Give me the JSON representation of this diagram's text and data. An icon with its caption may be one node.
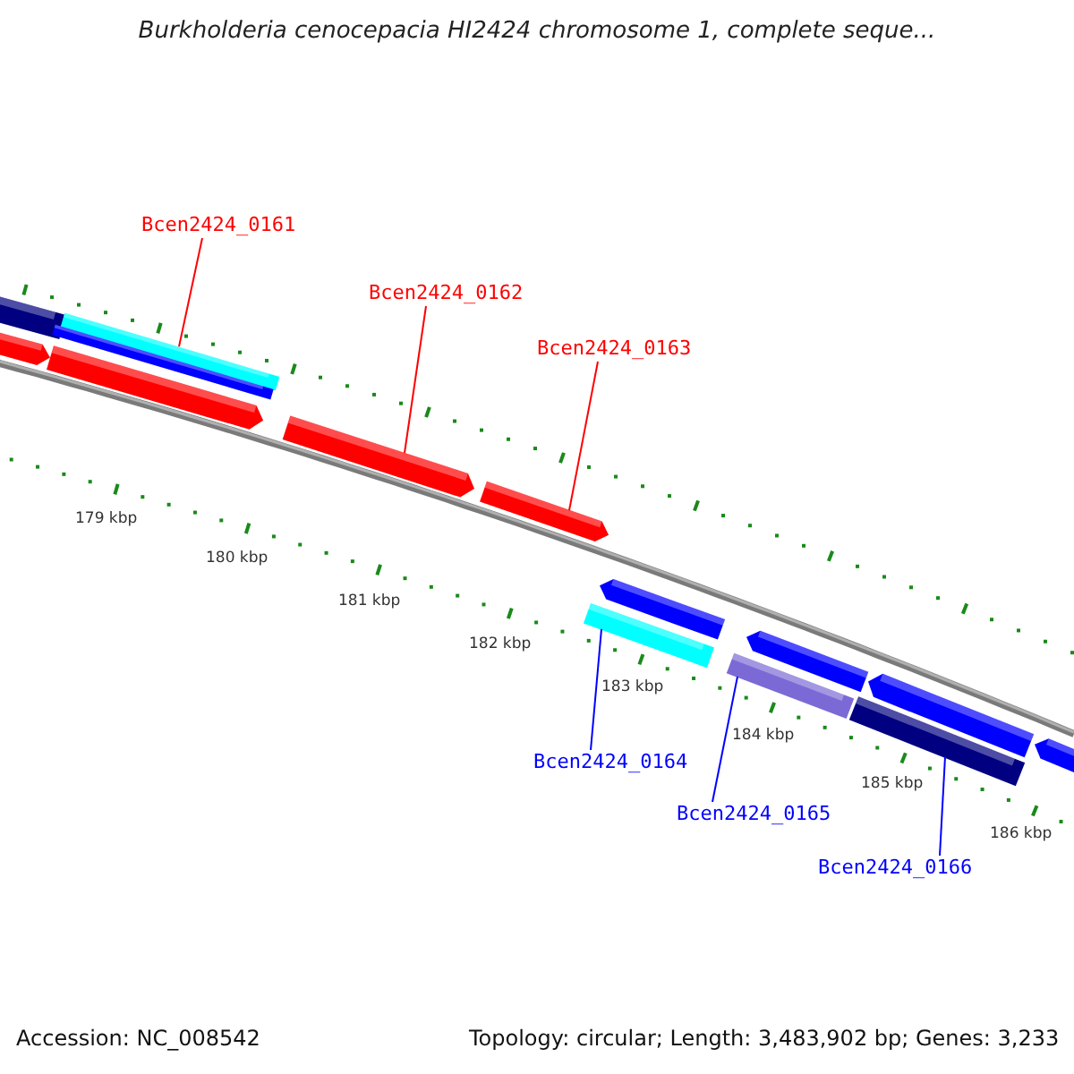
{
  "diagram": {
    "title": "Burkholderia cenocepacia HI2424 chromosome 1, complete seque...",
    "nodes": [
      {
        "text": [
          "Bcen2424_0161"
        ]
      },
      {
        "text": [
          "Bcen2424_0162"
        ]
      },
      {
        "text": [
          "Bcen2424_0163"
        ]
      },
      {
        "text": [
          "Bcen2424_0164"
        ]
      },
      {
        "text": [
          "Bcen2424_0165"
        ]
      },
      {
        "text": [
          "Bcen2424_0166"
        ]
      },
      {
        "text": [],
        "shape": "bar"
      },
      {
        "text": [],
        "shape": "arrow"
      },
      {
        "text": [],
        "shape": "bar"
      },
      {
        "text": [],
        "shape": "bar"
      },
      {
        "text": [],
        "shape": "arrow"
      },
      {
        "text": [],
        "shape": "arrow"
      },
      {
        "text": [],
        "shape": "arrow"
      },
      {
        "text": [],
        "shape": "bar"
      },
      {
        "text": [],
        "shape": "arrow"
      },
      {
        "text": [],
        "shape": "bar"
      },
      {
        "text": [],
        "shape": "arrow"
      },
      {
        "text": [],
        "shape": "bar"
      },
      {
        "text": [],
        "shape": "arrow"
      },
      {
        "text": [],
        "shape": "arrow"
      }
    ],
    "edges": [
      {
        "from": 0,
        "to": 8,
        "arrow": "none",
        "color": "#ff0000"
      },
      {
        "from": 1,
        "to": 11,
        "arrow": "none",
        "color": "#ff0000"
      },
      {
        "from": 2,
        "to": 12,
        "arrow": "none",
        "color": "#ff0000"
      },
      {
        "from": 3,
        "to": 13,
        "arrow": "none",
        "color": "#0000ff"
      },
      {
        "from": 4,
        "to": 15,
        "arrow": "none",
        "color": "#0000ff"
      },
      {
        "from": 5,
        "to": 17,
        "arrow": "none",
        "color": "#0000ff"
      }
    ],
    "labels": [
      "179 kbp",
      "180 kbp",
      "181 kbp",
      "182 kbp",
      "183 kbp",
      "184 kbp",
      "185 kbp",
      "186 kbp",
      "Accession: NC_008542",
      "Topology: circular; Length: 3,483,902 bp; Genes: 3,233"
    ]
  }
}
